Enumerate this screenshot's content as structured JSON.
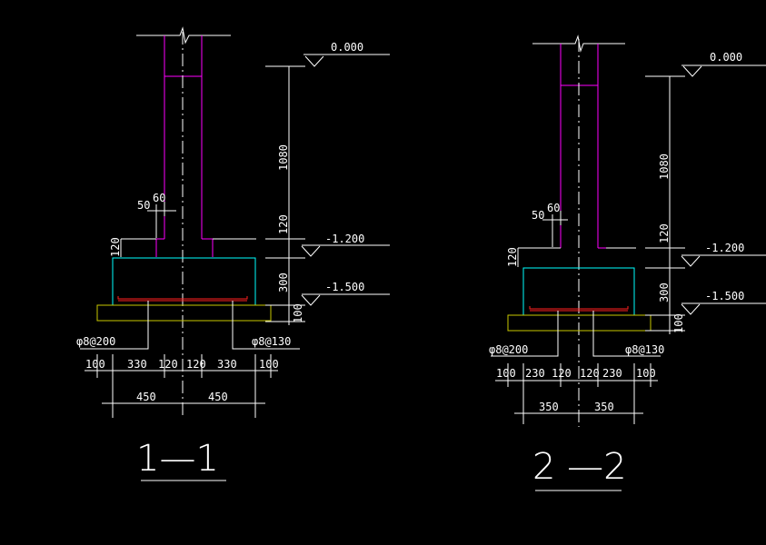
{
  "colors": {
    "background": "#000000",
    "column": "#ff00ff",
    "footing": "#00ffff",
    "cushion": "#c8c800",
    "rebar": "#ff2020",
    "lines": "#ffffff",
    "axis": "#ffffff"
  },
  "sections": [
    {
      "id": "1-1",
      "title": "1—1",
      "elevations": [
        "0.000",
        "-1.200",
        "-1.500"
      ],
      "vertical_dims": [
        "1080",
        "120",
        "300",
        "100"
      ],
      "step_height": "120",
      "offset_dims": [
        "50",
        "60"
      ],
      "rebar_left": "φ8@200",
      "rebar_right": "φ8@130",
      "bottom_dims": [
        "100",
        "330",
        "120",
        "120",
        "330",
        "100"
      ],
      "half_dims": [
        "450",
        "450"
      ]
    },
    {
      "id": "2-2",
      "title": "2 —2",
      "elevations": [
        "0.000",
        "-1.200",
        "-1.500"
      ],
      "vertical_dims": [
        "1080",
        "120",
        "300",
        "100"
      ],
      "step_height": "120",
      "offset_dims": [
        "50",
        "60"
      ],
      "rebar_left": "φ8@200",
      "rebar_right": "φ8@130",
      "bottom_dims": [
        "100",
        "230",
        "120",
        "120",
        "230",
        "100"
      ],
      "half_dims": [
        "350",
        "350"
      ]
    }
  ]
}
